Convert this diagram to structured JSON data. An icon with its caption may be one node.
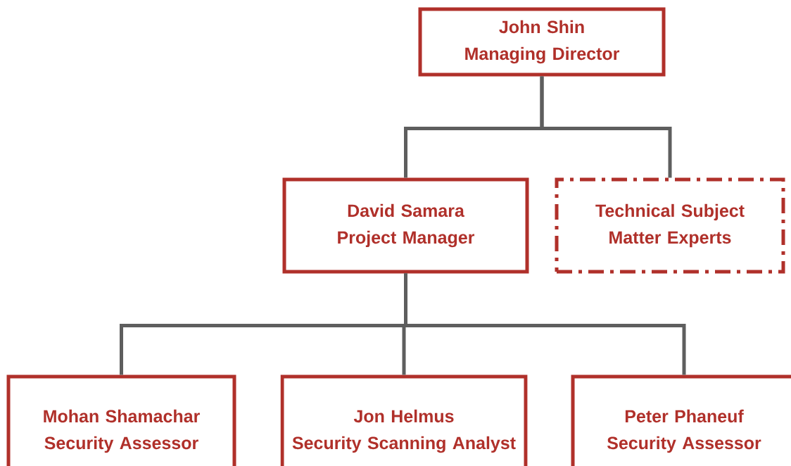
{
  "diagram": {
    "nodes": [
      {
        "text": [
          "John Shin",
          "Managing Director"
        ]
      },
      {
        "text": [
          "David Samara",
          "Project Manager"
        ]
      },
      {
        "text": [
          "Technical Subject Matter Experts"
        ]
      },
      {
        "text": [
          "Mohan Shamachar",
          "Security Assessor"
        ]
      },
      {
        "text": [
          "Jon Helmus",
          "Security Scanning Analyst"
        ]
      },
      {
        "text": [
          "Peter Phaneuf",
          "Security Assessor"
        ]
      }
    ],
    "edges": [
      {
        "from": 0,
        "to": 1,
        "arrow": "none"
      },
      {
        "from": 0,
        "to": 2,
        "arrow": "none"
      },
      {
        "from": 1,
        "to": 3,
        "arrow": "none"
      },
      {
        "from": 1,
        "to": 4,
        "arrow": "none"
      },
      {
        "from": 1,
        "to": 5,
        "arrow": "none"
      }
    ]
  }
}
